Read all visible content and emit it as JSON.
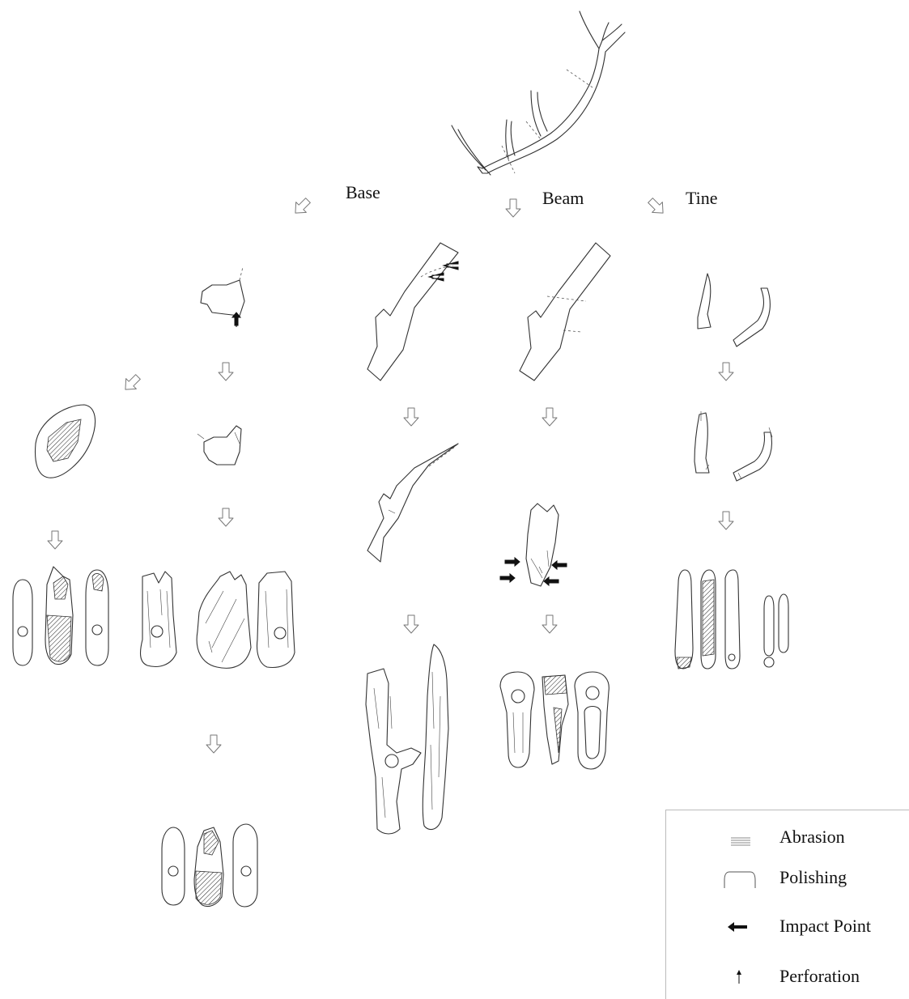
{
  "categories": {
    "base_label": "Base",
    "beam_label": "Beam",
    "tine_label": "Tine"
  },
  "legend": {
    "items": [
      {
        "label": "Abrasion",
        "icon": "abrasion-lines-icon"
      },
      {
        "label": "Polishing",
        "icon": "polishing-outline-icon"
      },
      {
        "label": "Impact Point",
        "icon": "impact-arrow-icon"
      },
      {
        "label": "Perforation",
        "icon": "perforation-arrow-icon"
      }
    ]
  },
  "colors": {
    "line": "#333333",
    "arrow_outline": "#777777",
    "background": "#ffffff"
  }
}
